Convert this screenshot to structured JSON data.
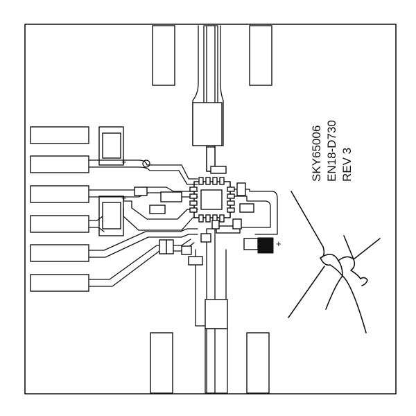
{
  "board": {
    "label_lines": [
      "SKY65006",
      "EN18-D730",
      "REV 3"
    ],
    "plus_marks": [
      "+",
      "+",
      "+"
    ],
    "colors": {
      "ink": "#111111",
      "background": "#ffffff"
    },
    "logo_icon": "company-logo-icon"
  }
}
